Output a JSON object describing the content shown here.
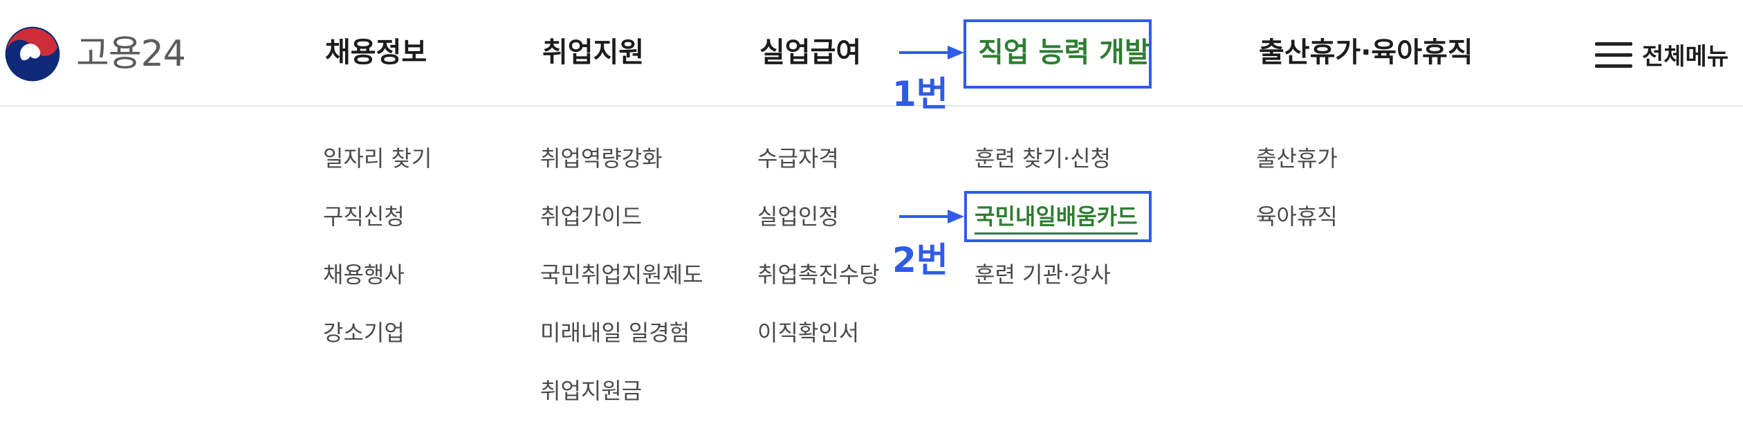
{
  "logo": {
    "text": "고용24"
  },
  "gnb": {
    "items": [
      {
        "label": "채용정보"
      },
      {
        "label": "취업지원"
      },
      {
        "label": "실업급여"
      },
      {
        "label": "직업 능력 개발"
      },
      {
        "label": "출산휴가·육아휴직"
      }
    ],
    "all_menu_label": "전체메뉴"
  },
  "annotations": {
    "step1": "1번",
    "step2": "2번",
    "color": "#2f5be6"
  },
  "menu": {
    "columns": [
      {
        "items": [
          {
            "label": "일자리 찾기"
          },
          {
            "label": "구직신청"
          },
          {
            "label": "채용행사"
          },
          {
            "label": "강소기업"
          }
        ]
      },
      {
        "items": [
          {
            "label": "취업역량강화"
          },
          {
            "label": "취업가이드"
          },
          {
            "label": "국민취업지원제도"
          },
          {
            "label": "미래내일 일경험"
          },
          {
            "label": "취업지원금"
          }
        ]
      },
      {
        "items": [
          {
            "label": "수급자격"
          },
          {
            "label": "실업인정"
          },
          {
            "label": "취업촉진수당"
          },
          {
            "label": "이직확인서"
          }
        ]
      },
      {
        "items": [
          {
            "label": "훈련 찾기·신청"
          },
          {
            "label": "국민내일배움카드"
          },
          {
            "label": "훈련 기관·강사"
          }
        ]
      },
      {
        "items": [
          {
            "label": "출산휴가"
          },
          {
            "label": "육아휴직"
          }
        ]
      }
    ]
  },
  "colors": {
    "active_green": "#2e7d32",
    "emblem_red": "#cd2e3a",
    "emblem_blue": "#0f2a78"
  }
}
